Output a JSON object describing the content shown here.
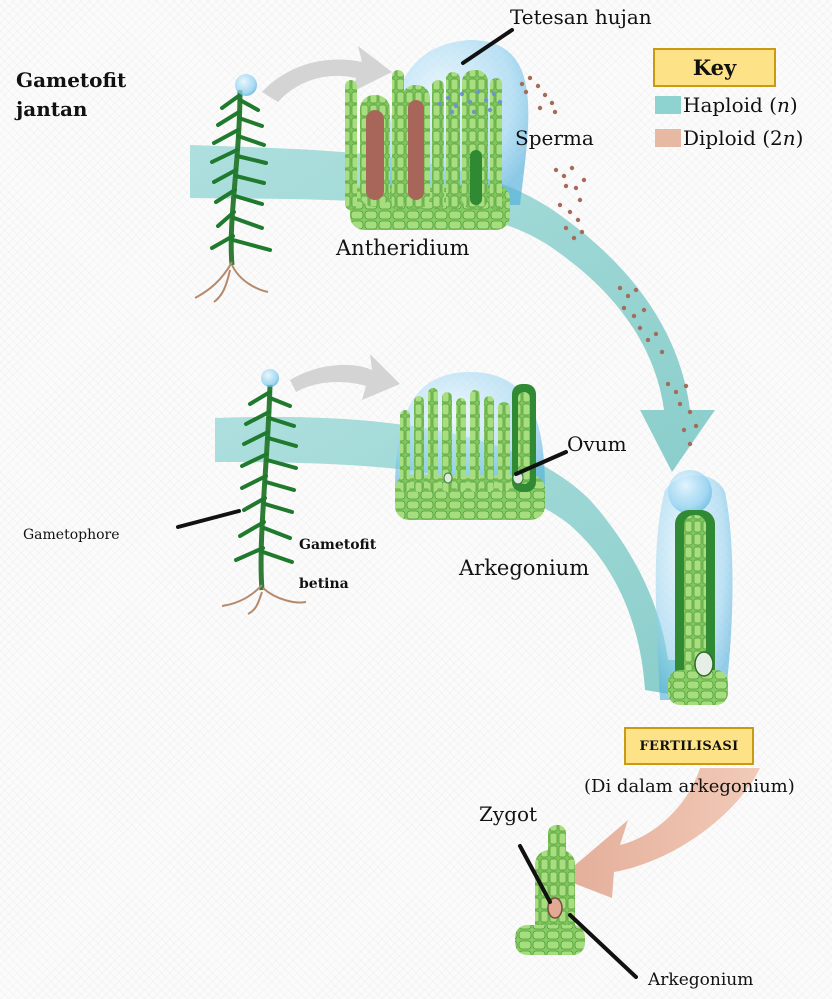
{
  "title": "",
  "labels": {
    "gametofit_jantan_1": "Gametofit",
    "gametofit_jantan_2": "jantan",
    "tetesan_hujan": "Tetesan hujan",
    "sperma": "Sperma",
    "antheridium": "Antheridium",
    "ovum": "Ovum",
    "gametophore": "Gametophore",
    "gametofit_betina_1": "Gametofit",
    "gametofit_betina_2": "betina",
    "arkegonium": "Arkegonium",
    "fertilisasi": "FERTILISASI",
    "di_dalam": "(Di dalam arkegonium)",
    "zygot": "Zygot",
    "arkegonium_bottom": "Arkegonium"
  },
  "key": {
    "title": "Key",
    "haploid_label": "Haploid (",
    "haploid_n": "n",
    "haploid_close": ")",
    "diploid_label": "Diploid (2",
    "diploid_n": "n",
    "diploid_close": ")",
    "haploid_color": "#8fd3d1",
    "diploid_color": "#e7b8a2"
  },
  "colors": {
    "haploid_arrow": "#9ed8d6",
    "diploid_arrow": "#e8b9a4",
    "plant_green": "#2e8b3a",
    "cell_green": "#8fcf6a",
    "key_fill": "#fde287"
  }
}
